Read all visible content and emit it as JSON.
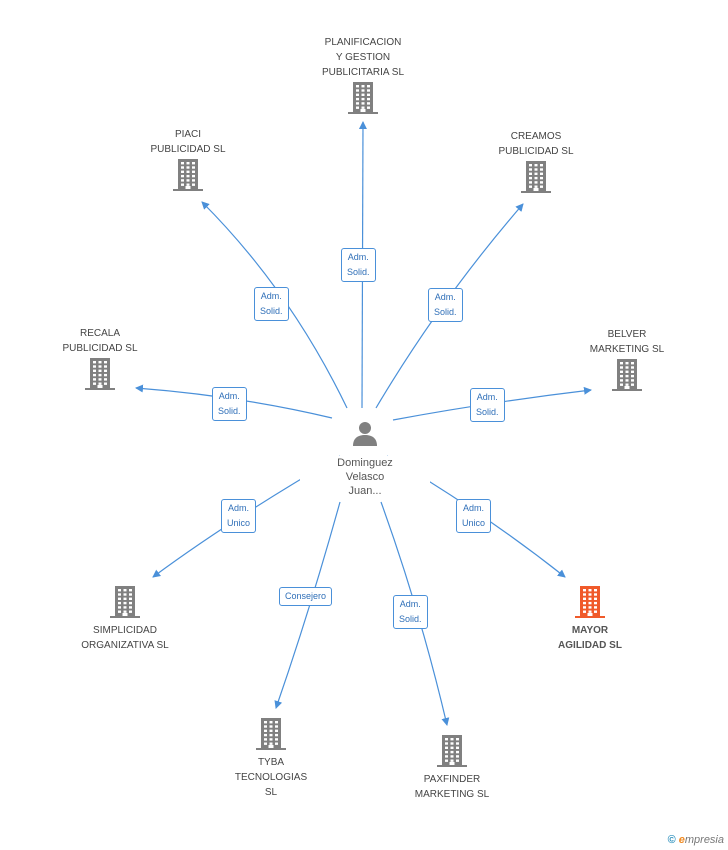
{
  "center": {
    "name": "Dominguez\nVelasco\nJuan..."
  },
  "companies": [
    {
      "id": "planificacion",
      "label": "PLANIFICACION\nY GESTION\nPUBLICITARIA SL",
      "highlight": false
    },
    {
      "id": "piaci",
      "label": "PIACI\nPUBLICIDAD SL",
      "highlight": false
    },
    {
      "id": "creamos",
      "label": "CREAMOS\nPUBLICIDAD SL",
      "highlight": false
    },
    {
      "id": "recala",
      "label": "RECALA\nPUBLICIDAD SL",
      "highlight": false
    },
    {
      "id": "belver",
      "label": "BELVER\nMARKETING  SL",
      "highlight": false
    },
    {
      "id": "simplicidad",
      "label": "SIMPLICIDAD\nORGANIZATIVA SL",
      "highlight": false
    },
    {
      "id": "mayor",
      "label": "MAYOR\nAGILIDAD SL",
      "highlight": true
    },
    {
      "id": "tyba",
      "label": "TYBA\nTECNOLOGIAS\nSL",
      "highlight": false
    },
    {
      "id": "paxfinder",
      "label": "PAXFINDER\nMARKETING SL",
      "highlight": false
    }
  ],
  "roles": [
    {
      "target": "planificacion",
      "label": "Adm.\nSolid."
    },
    {
      "target": "piaci",
      "label": "Adm.\nSolid."
    },
    {
      "target": "creamos",
      "label": "Adm.\nSolid."
    },
    {
      "target": "recala",
      "label": "Adm.\nSolid."
    },
    {
      "target": "belver",
      "label": "Adm.\nSolid."
    },
    {
      "target": "simplicidad",
      "label": "Adm.\nUnico"
    },
    {
      "target": "mayor",
      "label": "Adm.\nUnico"
    },
    {
      "target": "tyba",
      "label": "Consejero"
    },
    {
      "target": "paxfinder",
      "label": "Adm.\nSolid."
    }
  ],
  "footer": {
    "copyright": "©",
    "brand_initial": "e",
    "brand_rest": "mpresia"
  },
  "colors": {
    "edge": "#4a90d9",
    "building": "#808080",
    "building_highlight": "#f05a2a",
    "person": "#808080"
  }
}
